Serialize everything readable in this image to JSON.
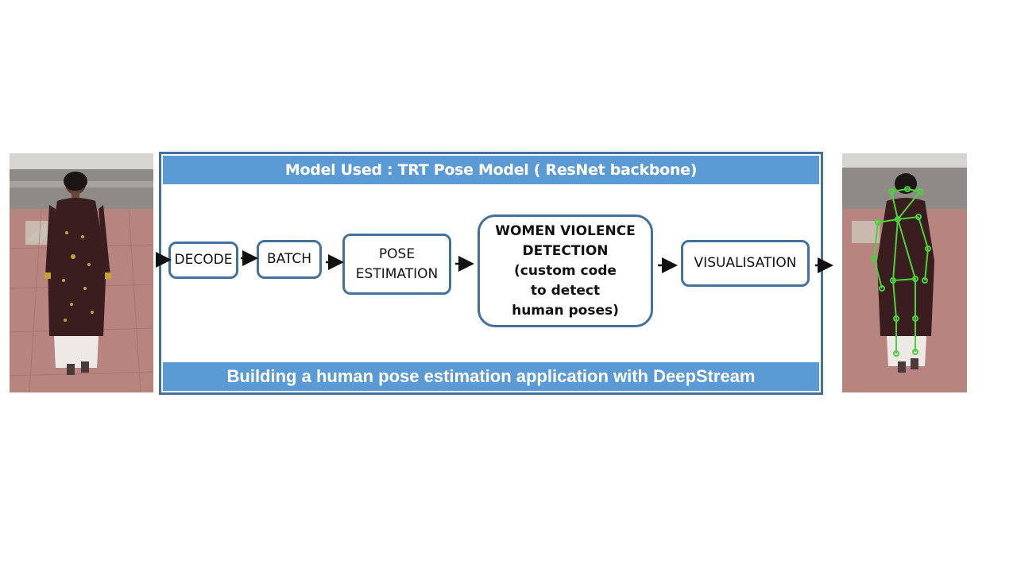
{
  "diagram": {
    "top_banner": "Model Used : TRT Pose Model ( ResNet backbone)",
    "bottom_banner": "Building a human pose estimation application with DeepStream",
    "steps": {
      "decode": "DECODE",
      "batch": "BATCH",
      "pose": "POSE\nESTIMATION",
      "wvd": "WOMEN  VIOLENCE\nDETECTION\n(custom code\nto detect\nhuman poses)",
      "vis": "VISUALISATION"
    },
    "colors": {
      "banner": "#5b9bd5",
      "border": "#41719c",
      "skeleton": "#4cd23a"
    }
  },
  "images": {
    "left": "input-video-frame",
    "right": "output-frame-with-pose-skeleton"
  }
}
